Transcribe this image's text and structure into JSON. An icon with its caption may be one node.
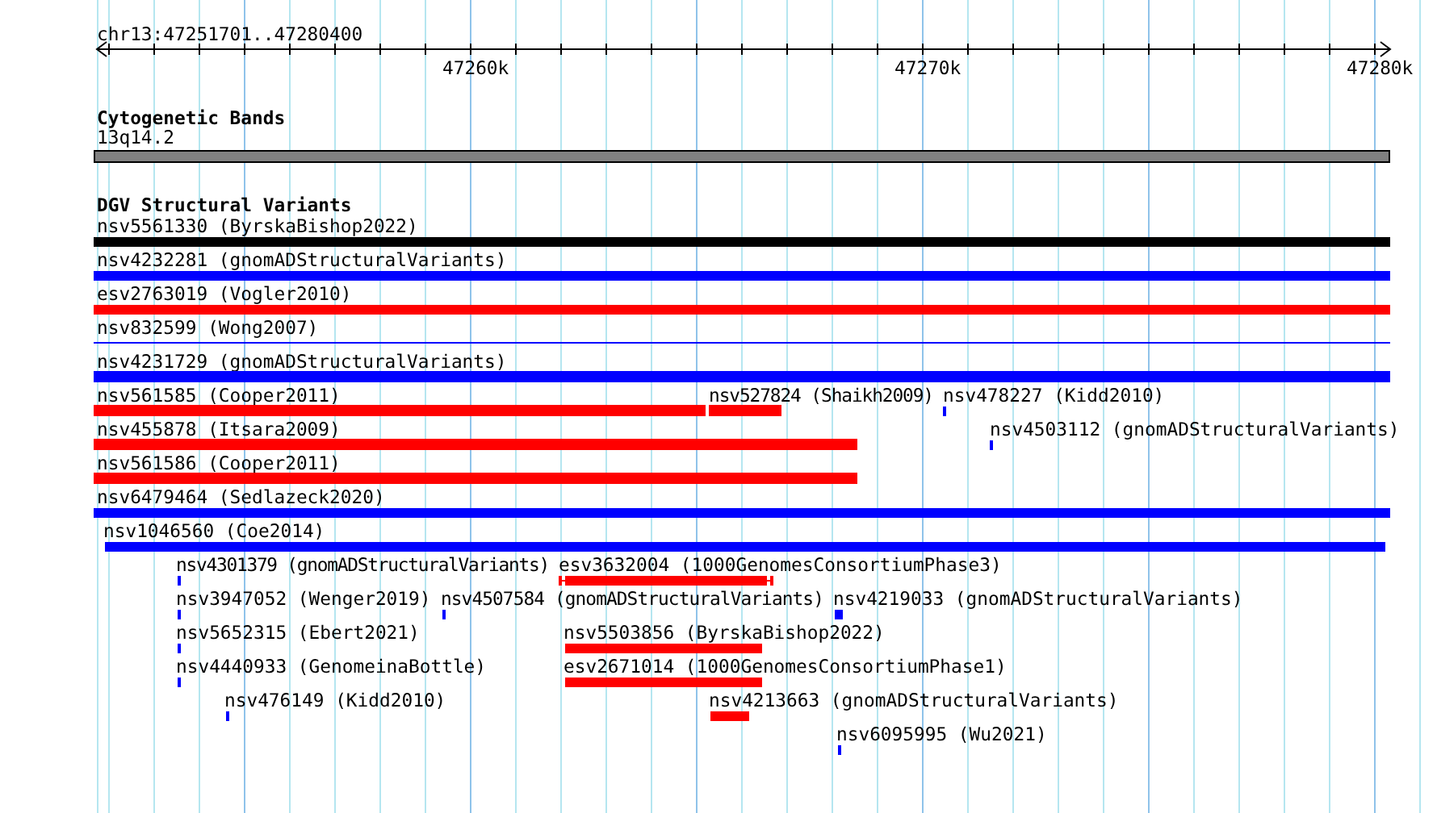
{
  "diagram": {
    "nodes": [
      {
        "text": [
          "13q14.2"
        ]
      },
      {
        "text": [
          "nsv5561330 (ByrskaBishop2022)"
        ]
      },
      {
        "text": [
          "nsv4232281 (gnomADStructuralVariants)"
        ]
      },
      {
        "text": [
          "esv2763019 (Vogler2010)"
        ]
      },
      {
        "text": [
          "nsv832599 (Wong2007)"
        ]
      },
      {
        "text": [
          "nsv4231729 (gnomADStructuralVariants)"
        ]
      },
      {
        "text": [
          "nsv561585 (Cooper2011)"
        ]
      },
      {
        "text": [
          "nsv527824 (Shaikh2009)"
        ]
      },
      {
        "text": [
          "nsv478227 (Kidd2010)"
        ]
      },
      {
        "text": [
          "nsv455878 (Itsara2009)"
        ]
      },
      {
        "text": [
          "nsv4503112 (gnomADStructuralVariants)"
        ]
      },
      {
        "text": [
          "nsv561586 (Cooper2011)"
        ]
      },
      {
        "text": [
          "nsv6479464 (Sedlazeck2020)"
        ]
      },
      {
        "text": [
          "nsv1046560 (Coe2014)"
        ]
      },
      {
        "text": [
          "nsv4301379 (gnomADStructuralVariants)"
        ]
      },
      {
        "text": [
          "esv3632004 (1000GenomesConsortiumPhase3)"
        ]
      },
      {
        "text": [
          "nsv3947052 (Wenger2019)"
        ]
      },
      {
        "text": [
          "nsv4507584 (gnomADStructuralVariants)"
        ]
      },
      {
        "text": [
          "nsv4219033 (gnomADStructuralVariants)"
        ]
      },
      {
        "text": [
          "nsv5652315 (Ebert2021)"
        ]
      },
      {
        "text": [
          "nsv5503856 (ByrskaBishop2022)"
        ]
      },
      {
        "text": [
          "nsv4440933 (GenomeinaBottle)"
        ]
      },
      {
        "text": [
          "esv2671014 (1000GenomesConsortiumPhase1)"
        ]
      },
      {
        "text": [
          "nsv476149 (Kidd2010)"
        ]
      },
      {
        "text": [
          "nsv4213663 (gnomADStructuralVariants)"
        ]
      },
      {
        "text": [
          "nsv6095995 (Wu2021)"
        ]
      }
    ],
    "labels": [
      "chr13:47251701..47280400",
      "47260k",
      "47270k",
      "47280k",
      "Cytogenetic Bands",
      "DGV Structural Variants"
    ]
  }
}
